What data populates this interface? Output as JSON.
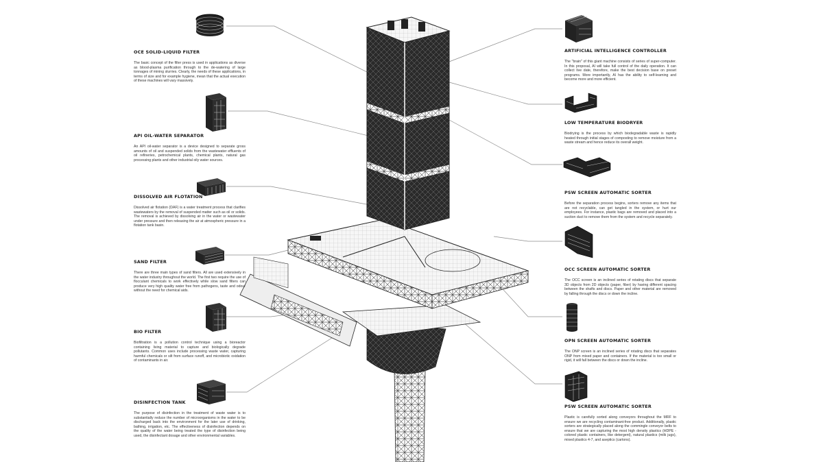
{
  "left_labels": [
    {
      "title": "OCE SOLID-LIQUID FILTER",
      "text": "The basic concept of the filter press is used in applications as diverse as blood-plasma purification through to the de-watering of large tonnages of mining slurries. Clearly, the needs of these applications, in terms of size and for example hygiene, mean that the actual execution of these machines will vary massively."
    },
    {
      "title": "API OIL-WATER SEPARATOR",
      "text": "An API oil-water separator is a device designed to separate gross amounts of oil and suspended solids from the wastewater effluents of oil refineries, petrochemical plants, chemical plants, natural gas processing plants and other industrial oily water sources."
    },
    {
      "title": "DISSOLVED AIR FLOTATION",
      "text": "Dissolved air flotation (DAF) is a water treatment process that clarifies wastewaters by the removal of suspended matter such as oil or solids. The removal is achieved by dissolving air in the water or wastewater under pressure and then releasing the air at atmospheric pressure in a flotation tank basin."
    },
    {
      "title": "SAND FILTER",
      "text": "There are three main types of sand filters. All are used extensively in the water industry throughout the world. The first two require the use of flocculant chemicals to work effectively while slow sand filters can produce very high quality water free from pathogens, taste and odour without the need for chemical aids."
    },
    {
      "title": "BIO FILTER",
      "text": "Biofiltration is a pollution control technique using a bioreactor containing living material to capture and biologically degrade pollutants. Common uses include processing waste water, capturing harmful chemicals or silt from surface runoff, and microbiotic oxidation of contaminants in air."
    },
    {
      "title": "DISINFECTION TANK",
      "text": "The purpose of disinfection in the treatment of waste water is to substantially reduce the number of microorganisms in the water to be discharged back into the environment for the later use of drinking, bathing, irrigation, etc. The effectiveness of disinfection depends on the quality of the water being treated the type of disinfection being used, the disinfectant dosage and other environmental variables."
    }
  ],
  "right_labels": [
    {
      "title": "ARTIFICIAL INTELLIGENCE CONTROLLER",
      "text": "The \"brain\" of this giant machine consists of series of super-computer. In this proposal, AI will take full control of the daily operation. It can collect live date, therefore, make the best decision base on preset programs. More importantly, AI has the ability to self-learning and become more and more efficient."
    },
    {
      "title": "LOW TEMPERATURE BIODRYER",
      "text": "Biodrying is the process by which biodegradable waste is rapidly heated through initial stages of composting to remove moisture from a waste stream and hence reduce its overall weight."
    },
    {
      "title": "PSW SCREEN AUTOMATIC SORTER",
      "text": "Before the separation process begins, sorters remove any items that are not recyclable, can get tangled in the system, or hurt our employees. For instance, plastic bags are removed and placed into a suction duct to remove them from the system and recycle separately."
    },
    {
      "title": "OCC SCREEN AUTOMATIC SORTER",
      "text": "The OCC screen is an inclined series of rotating discs that separate 3D objects from 2D objects (paper, fiber) by having different spacing between the shafts and discs. Paper and other material are removed by falling through the discs or down the incline."
    },
    {
      "title": "OPN SCREEN AUTOMATIC SORTER",
      "text": "The ONP screen is an inclined series of rotating discs that separates ONP from mixed paper and containers. If the material is too small or rigid, it will fall between the discs or down the incline."
    },
    {
      "title": "PSW SCREEN AUTOMATIC SORTER",
      "text": "Plastic is carefully sorted along conveyors throughout the MRF to ensure we are recycling contaminant-free product. Additionally, plastic sorters are strategically placed along the commingle conveyor belts to ensure that we are capturing the most high density plastics (HDPE - colored plastic containers, like detergent), natural plastics (milk jugs), mixed plastics 4-7, and aseptics (cartons)."
    }
  ],
  "icons": [
    "oce-filter-icon",
    "api-separator-icon",
    "daf-icon",
    "sand-filter-icon",
    "bio-filter-icon",
    "disinfection-tank-icon",
    "ai-controller-icon",
    "biodryer-icon",
    "psw-sorter-icon",
    "occ-sorter-icon",
    "opn-sorter-icon",
    "psw-sorter-2-icon"
  ],
  "colors": {
    "ink": "#1a1a1a",
    "leader": "#8a8a8a",
    "background": "#ffffff"
  }
}
